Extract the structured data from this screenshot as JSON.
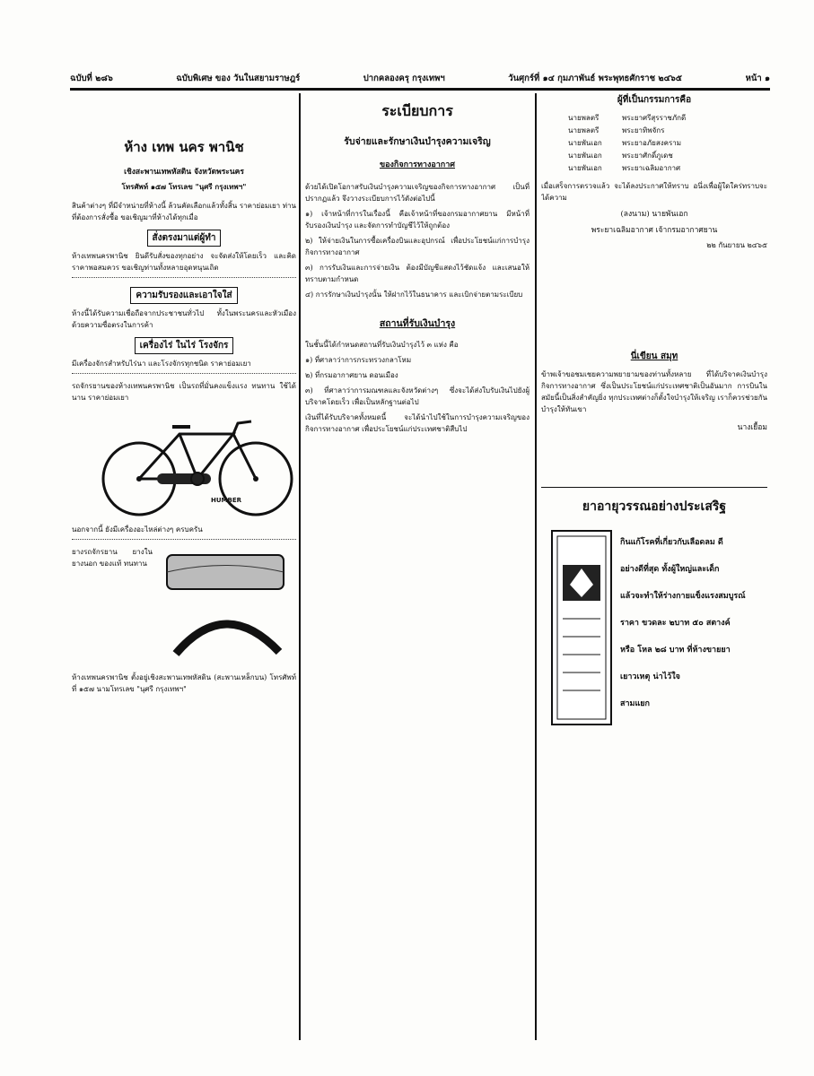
{
  "header": {
    "page_no": "ฉบับที่ ๒๘๖",
    "edition": "ฉบับพิเศษ ของ วันในสยามราษฎร์",
    "center": "ปากคลองครุ กรุงเทพฯ",
    "date": "วันศุกร์ที่ ๑๔ กุมภาพันธ์ พระพุทธศักราช ๒๔๖๕",
    "page": "หน้า ๑"
  },
  "left": {
    "shop_title": "ห้าง เทพ นคร พานิช",
    "shop_addr": "เชิงสะพานเทพหัสดิน จังหวัดพระนคร",
    "shop_phone": "โทรศัพท์ ๑๕๗ โทรเลข \"นุศรี กรุงเทพฯ\"",
    "para1": "สินค้าต่างๆ ที่มีจำหน่ายที่ห้างนี้ ล้วนคัดเลือกแล้วทั้งสิ้น ราคาย่อมเยา ท่านที่ต้องการสั่งซื้อ ขอเชิญมาที่ห้างได้ทุกเมื่อ",
    "box1": "สั่งตรงมาแต่ผู้ทำ",
    "para2": "ห้างเทพนครพานิช ยินดีรับสั่งของทุกอย่าง จะจัดส่งให้โดยเร็ว และคิดราคาพอสมควร ขอเชิญท่านทั้งหลายอุดหนุนเถิด",
    "box2": "ความรับรองและเอาใจใส่",
    "para3": "ห้างนี้ได้รับความเชื่อถือจากประชาชนทั่วไป ทั้งในพระนครและหัวเมือง ด้วยความซื่อตรงในการค้า",
    "box3": "เครื่องไร่ ในไร่ โรงจักร",
    "para4": "มีเครื่องจักรสำหรับไร่นา และโรงจักรทุกชนิด ราคาย่อมเยา",
    "bicycle_text": "รถจักรยานของห้างเทพนครพานิช เป็นรถที่มั่นคงแข็งแรง ทนทาน ใช้ได้นาน ราคาย่อมเยา",
    "bicycle_label": "HUMBER",
    "para5": "นอกจากนี้ ยังมีเครื่องอะไหล่ต่างๆ ครบครัน",
    "tyre_text": "ยางรถจักรยาน ยางใน ยางนอก ของแท้ ทนทาน",
    "footer": "ห้างเทพนครพานิช ตั้งอยู่เชิงสะพานเทพหัสดิน (สะพานเหล็กบน) โทรศัพท์ที่ ๑๕๗ นามโทรเลข \"นุศรี กรุงเทพฯ\""
  },
  "middle": {
    "title": "ระเบียบการ",
    "sub1": "รับจ่ายและรักษาเงินบำรุงความเจริญ",
    "sub2": "ของกิจการทางอากาศ",
    "para1": "ด้วยได้เปิดโอกาสรับเงินบำรุงความเจริญของกิจการทางอากาศ เป็นที่ปรากฏแล้ว จึงวางระเบียบการไว้ดังต่อไปนี้",
    "para2": "๑) เจ้าหน้าที่การในเรื่องนี้ คือเจ้าหน้าที่ของกรมอากาศยาน มีหน้าที่รับรองเงินบำรุง และจัดการทำบัญชีไว้ให้ถูกต้อง",
    "para3": "๒) ให้จ่ายเงินในการซื้อเครื่องบินและอุปกรณ์ เพื่อประโยชน์แก่การบำรุงกิจการทางอากาศ",
    "para4": "๓) การรับเงินและการจ่ายเงิน ต้องมีบัญชีแสดงไว้ชัดแจ้ง และเสนอให้ทราบตามกำหนด",
    "para5": "๔) การรักษาเงินบำรุงนั้น ให้ฝากไว้ในธนาคาร และเบิกจ่ายตามระเบียบ",
    "section": "สถานที่รับเงินบำรุง",
    "para6": "ในชั้นนี้ได้กำหนดสถานที่รับเงินบำรุงไว้ ๓ แห่ง คือ",
    "para7": "๑) ที่ศาลาว่าการกระทรวงกลาโหม",
    "para8": "๒) ที่กรมอากาศยาน ดอนเมือง",
    "para9": "๓) ที่ศาลาว่าการมณฑลและจังหวัดต่างๆ ซึ่งจะได้ส่งใบรับเงินไปยังผู้บริจาคโดยเร็ว เพื่อเป็นหลักฐานต่อไป",
    "para10": "เงินที่ได้รับบริจาคทั้งหมดนี้ จะได้นำไปใช้ในการบำรุงความเจริญของกิจการทางอากาศ เพื่อประโยชน์แก่ประเทศชาติสืบไป"
  },
  "right": {
    "committee_title": "ผู้ที่เป็นกรรมการคือ",
    "committee": [
      [
        "นายพลตรี",
        "พระยาศรีสุรราชภักดี"
      ],
      [
        "นายพลตรี",
        "พระยาทิพจักร"
      ],
      [
        "นายพันเอก",
        "พระยาอภัยสงคราม"
      ],
      [
        "นายพันเอก",
        "พระยาศักดิ์ภูเดช"
      ],
      [
        "นายพันเอก",
        "พระยาเฉลิมอากาศ"
      ]
    ],
    "notice": "เมื่อเสร็จการตรวจแล้ว จะได้ลงประกาศให้ทราบ อนึ่งเพื่อผู้ใดใคร่ทราบจะได้ความ",
    "sign_rank": "(ลงนาม) นายพันเอก",
    "sign_name": "พระยาเฉลิมอากาศ เจ้ากรมอากาศยาน",
    "sign_date": "๒๒ กันยายน ๒๔๖๕",
    "news_title": "นี่เขียน สมุท",
    "news_body": "ข้าพเจ้าขอชมเชยความพยายามของท่านทั้งหลาย ที่ได้บริจาคเงินบำรุงกิจการทางอากาศ ซึ่งเป็นประโยชน์แก่ประเทศชาติเป็นอันมาก การบินในสมัยนี้เป็นสิ่งสำคัญยิ่ง ทุกประเทศต่างก็ตั้งใจบำรุงให้เจริญ เราก็ควรช่วยกันบำรุงให้ทันเขา",
    "news_sign": "นางเยื้อม",
    "ad_title": "ยาอายุวรรณอย่างประเสริฐ",
    "ad_line1": "กินแก้โรคที่เกี่ยวกับเลือดลม ดี",
    "ad_line2": "อย่างดีที่สุด ทั้งผู้ใหญ่และเด็ก",
    "ad_line3": "แล้วจะทำให้ร่างกายแข็งแรงสมบูรณ์",
    "ad_price": "ราคา ขวดละ ๒บาท ๕๐ สตางค์",
    "ad_line4": "หรือ โหล ๒๘ บาท ที่ห้างขายยา",
    "ad_line5": "เยาวเหตุ น่าไว้ใจ",
    "ad_line6": "สามแยก"
  }
}
